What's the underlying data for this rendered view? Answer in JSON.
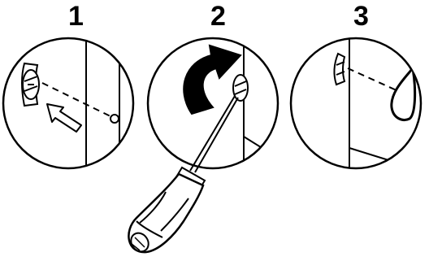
{
  "steps": [
    {
      "number": "1",
      "illustration": "screw-alignment-arrow"
    },
    {
      "number": "2",
      "illustration": "screwdriver-rotate-clockwise"
    },
    {
      "number": "3",
      "illustration": "screw-hole-keyhole"
    }
  ],
  "colors": {
    "line": "#000000",
    "background": "#ffffff"
  },
  "icons": [
    "arrow-icon",
    "rotate-clockwise-icon",
    "screwdriver-icon",
    "screw-icon",
    "keyhole-icon"
  ]
}
